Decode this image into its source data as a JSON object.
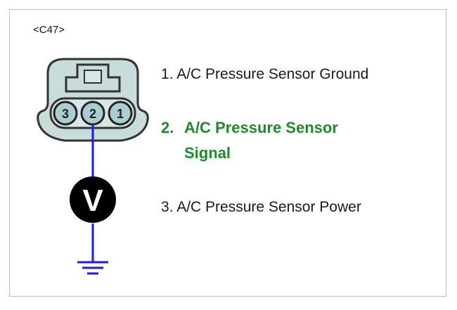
{
  "connector": {
    "id": "<C47>"
  },
  "pins": [
    {
      "number": "1.",
      "label": "A/C Pressure Sensor Ground"
    },
    {
      "number": "2.",
      "label_line1": "A/C Pressure Sensor",
      "label_line2": "Signal"
    },
    {
      "number": "3.",
      "label": "A/C Pressure Sensor Power"
    }
  ],
  "connector_pins": [
    "3",
    "2",
    "1"
  ],
  "meter": {
    "symbol": "V"
  },
  "colors": {
    "highlight": "#1f8a2a",
    "wire": "#1a1aff",
    "connector_fill": "#c9dcdc",
    "pin_fill": "#a9cdd0",
    "meter_fill": "#000000"
  }
}
